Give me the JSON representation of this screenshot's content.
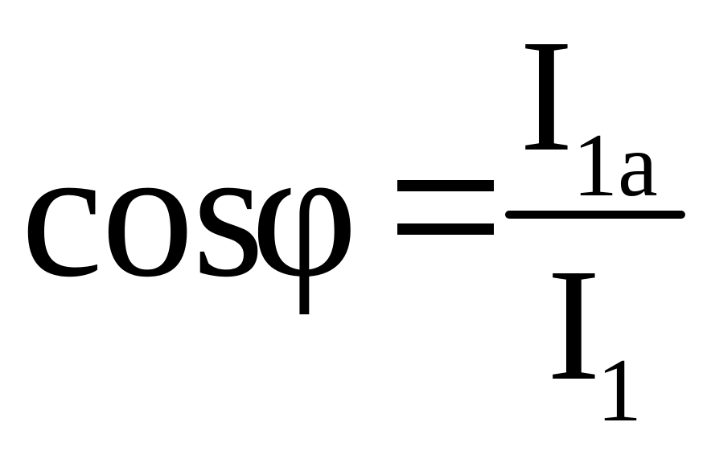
{
  "formula": {
    "lhs_function": "cos",
    "lhs_variable": "φ",
    "relation": "=",
    "numerator": {
      "symbol": "I",
      "subscript": "1a"
    },
    "denominator": {
      "symbol": "I",
      "subscript": "1"
    }
  }
}
